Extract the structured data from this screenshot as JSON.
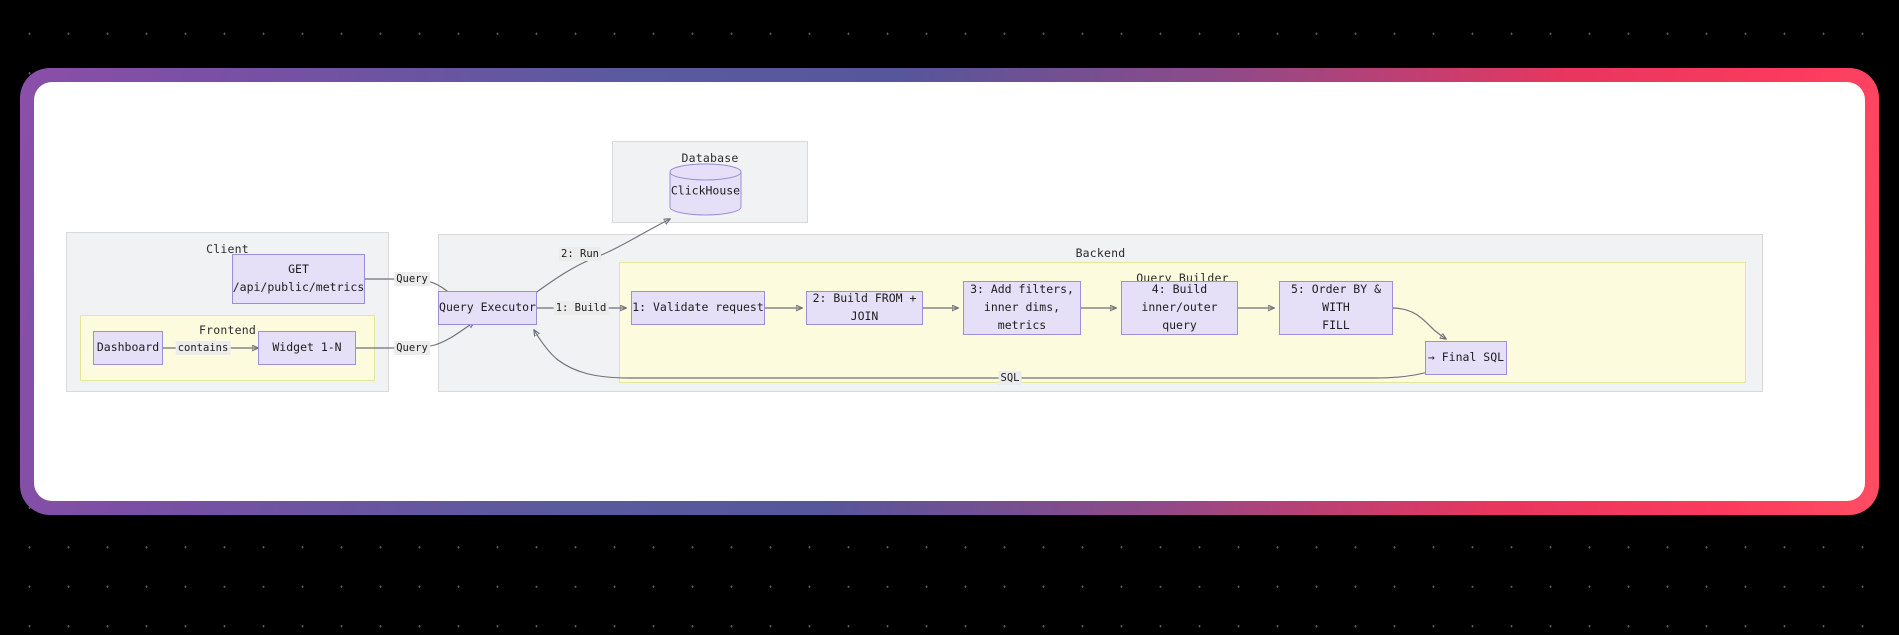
{
  "canvas": {
    "background": "#000000",
    "dot_color": "#555555",
    "frame_gradient_from": "#8b4fa8",
    "frame_gradient_mid": "#55569c",
    "frame_gradient_to": "#ff4d63",
    "page_background": "#ffffff"
  },
  "palette": {
    "cluster_grey_fill": "#f1f2f4",
    "cluster_grey_border": "#d9d9d9",
    "cluster_yellow_fill": "#fdfbdd",
    "cluster_yellow_border": "#e8e59a",
    "node_fill": "#e5e0f7",
    "node_border": "#9d8fd6",
    "edge_stroke": "#70707a",
    "edge_label_bg": "#ececec",
    "text_color": "#1d1d1d"
  },
  "clusters": {
    "client": {
      "label": "Client"
    },
    "frontend": {
      "label": "Frontend"
    },
    "database": {
      "label": "Database"
    },
    "backend": {
      "label": "Backend"
    },
    "query_builder": {
      "label": "Query Builder"
    }
  },
  "nodes": {
    "get_endpoint": {
      "line1": "GET",
      "line2": "/api/public/metrics"
    },
    "dashboard": {
      "label": "Dashboard"
    },
    "widget": {
      "label": "Widget 1-N"
    },
    "clickhouse": {
      "label": "ClickHouse"
    },
    "query_executor": {
      "label": "Query Executor"
    },
    "step1": {
      "label": "1: Validate request"
    },
    "step2": {
      "label": "2: Build FROM + JOIN"
    },
    "step3": {
      "line1": "3: Add filters,",
      "line2": "inner dims, metrics"
    },
    "step4": {
      "line1": "4: Build",
      "line2": "inner/outer query"
    },
    "step5": {
      "line1": "5: Order BY & WITH",
      "line2": "FILL"
    },
    "final_sql": {
      "label": "→ Final SQL"
    }
  },
  "edge_labels": {
    "contains": "contains",
    "query_top": "Query",
    "query_bottom": "Query",
    "run": "2: Run",
    "build": "1: Build",
    "sql": "SQL"
  }
}
